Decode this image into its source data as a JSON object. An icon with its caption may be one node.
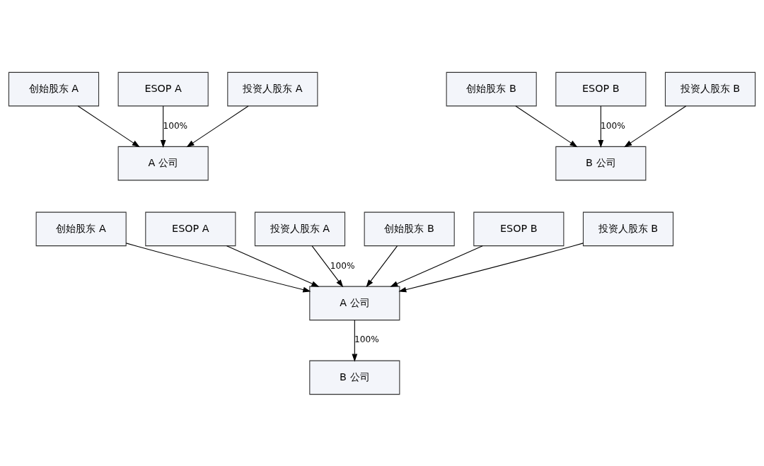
{
  "diagram": {
    "nodes": [
      {
        "text": [
          "创始股东 A"
        ]
      },
      {
        "text": [
          "ESOP A"
        ]
      },
      {
        "text": [
          "投资人股东 A"
        ]
      },
      {
        "text": [
          "创始股东 B"
        ]
      },
      {
        "text": [
          "ESOP B"
        ]
      },
      {
        "text": [
          "投资人股东 B"
        ]
      },
      {
        "text": [
          "A 公司"
        ]
      },
      {
        "text": [
          "B 公司"
        ]
      },
      {
        "text": [
          "创始股东 A"
        ]
      },
      {
        "text": [
          "ESOP A"
        ]
      },
      {
        "text": [
          "投资人股东 A"
        ]
      },
      {
        "text": [
          "创始股东 B"
        ]
      },
      {
        "text": [
          "ESOP B"
        ]
      },
      {
        "text": [
          "投资人股东 B"
        ]
      },
      {
        "text": [
          "A 公司"
        ]
      },
      {
        "text": [
          "B 公司"
        ]
      }
    ],
    "edges": [
      {
        "from": 0,
        "to": 6,
        "arrow": "to"
      },
      {
        "from": 1,
        "to": 6,
        "arrow": "to",
        "label": "100%"
      },
      {
        "from": 2,
        "to": 6,
        "arrow": "to"
      },
      {
        "from": 3,
        "to": 7,
        "arrow": "to"
      },
      {
        "from": 4,
        "to": 7,
        "arrow": "to",
        "label": "100%"
      },
      {
        "from": 5,
        "to": 7,
        "arrow": "to"
      },
      {
        "from": 8,
        "to": 14,
        "arrow": "to"
      },
      {
        "from": 9,
        "to": 14,
        "arrow": "to"
      },
      {
        "from": 10,
        "to": 14,
        "arrow": "to",
        "label": "100%"
      },
      {
        "from": 11,
        "to": 14,
        "arrow": "to"
      },
      {
        "from": 12,
        "to": 14,
        "arrow": "to"
      },
      {
        "from": 13,
        "to": 14,
        "arrow": "to"
      },
      {
        "from": 14,
        "to": 15,
        "arrow": "to",
        "label": "100%"
      }
    ]
  }
}
